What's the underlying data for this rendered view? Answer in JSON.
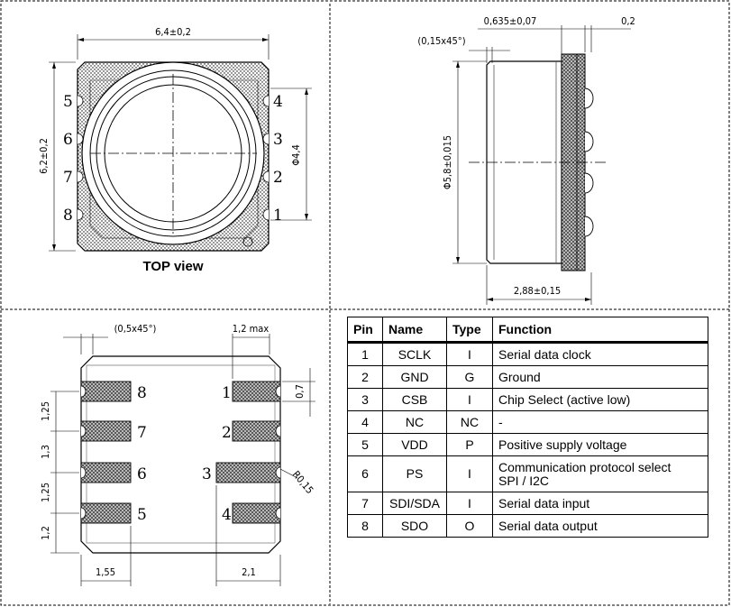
{
  "top_view": {
    "caption": "TOP view",
    "dim_width": "6,4±0,2",
    "dim_height": "6,2±0,2",
    "dim_inner": "Φ4,4",
    "pins_left": [
      "5",
      "6",
      "7",
      "8"
    ],
    "pins_right": [
      "4",
      "3",
      "2",
      "1"
    ]
  },
  "side_view": {
    "dim_chamfer": "(0,15x45°)",
    "dim_top": "0,635±0,07",
    "dim_top_right": "0,2",
    "dim_diameter": "Φ5,8±0,015",
    "dim_bottom": "2,88±0,15"
  },
  "bottom_view": {
    "dim_chamfer": "(0,5x45°)",
    "dim_max": "1,2 max",
    "dim_pad": "0,7",
    "dim_radius": "R0,15",
    "dim_left_pitch": [
      "1,25",
      "1,3",
      "1,25",
      "1,2"
    ],
    "dim_bottom_left": "1,55",
    "dim_bottom_right": "2,1",
    "pins_left": [
      "8",
      "7",
      "6",
      "5"
    ],
    "pins_right": [
      "1",
      "2",
      "3",
      "4"
    ]
  },
  "pin_table": {
    "headers": {
      "pin": "Pin",
      "name": "Name",
      "type": "Type",
      "function": "Function"
    },
    "rows": [
      {
        "pin": "1",
        "name": "SCLK",
        "type": "I",
        "function": "Serial data clock"
      },
      {
        "pin": "2",
        "name": "GND",
        "type": "G",
        "function": "Ground"
      },
      {
        "pin": "3",
        "name": "CSB",
        "type": "I",
        "function": "Chip Select (active low)"
      },
      {
        "pin": "4",
        "name": "NC",
        "type": "NC",
        "function": "-"
      },
      {
        "pin": "5",
        "name": "VDD",
        "type": "P",
        "function": "Positive supply voltage"
      },
      {
        "pin": "6",
        "name": "PS",
        "type": "I",
        "function": "Communication protocol select",
        "function_line2": "SPI / I2C"
      },
      {
        "pin": "7",
        "name": "SDI/SDA",
        "type": "I",
        "function": "Serial data input"
      },
      {
        "pin": "8",
        "name": "SDO",
        "type": "O",
        "function": "Serial data output"
      }
    ]
  }
}
